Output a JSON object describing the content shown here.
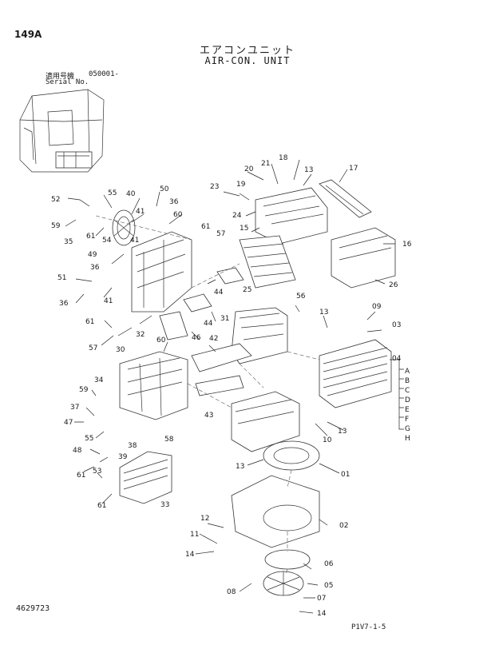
{
  "page_number": "149A",
  "title_jp": "エアコンユニット",
  "title_en": "AIR-CON. UNIT",
  "serial_label_jp": "適用号機",
  "serial_label_en": "Serial No.",
  "serial_value": "050001-",
  "document_number": "4629723",
  "page_reference": "P1V7-1-5",
  "callouts": [
    "149A",
    "18",
    "21",
    "13",
    "17",
    "20",
    "19",
    "23",
    "24",
    "15",
    "16",
    "50",
    "40",
    "55",
    "52",
    "36",
    "41",
    "60",
    "59",
    "35",
    "61",
    "54",
    "61",
    "57",
    "41",
    "49",
    "36",
    "51",
    "25",
    "44",
    "56",
    "26",
    "41",
    "36",
    "44",
    "13",
    "09",
    "31",
    "03",
    "61",
    "32",
    "46",
    "57",
    "42",
    "60",
    "30",
    "04",
    "34",
    "59",
    "37",
    "47",
    "55",
    "43",
    "10",
    "13",
    "58",
    "38",
    "48",
    "39",
    "61",
    "53",
    "13",
    "01",
    "61",
    "33",
    "12",
    "02",
    "11",
    "14",
    "06",
    "05",
    "08",
    "07",
    "14"
  ],
  "sub_callouts": [
    "A",
    "B",
    "C",
    "D",
    "E",
    "F",
    "G",
    "H"
  ]
}
